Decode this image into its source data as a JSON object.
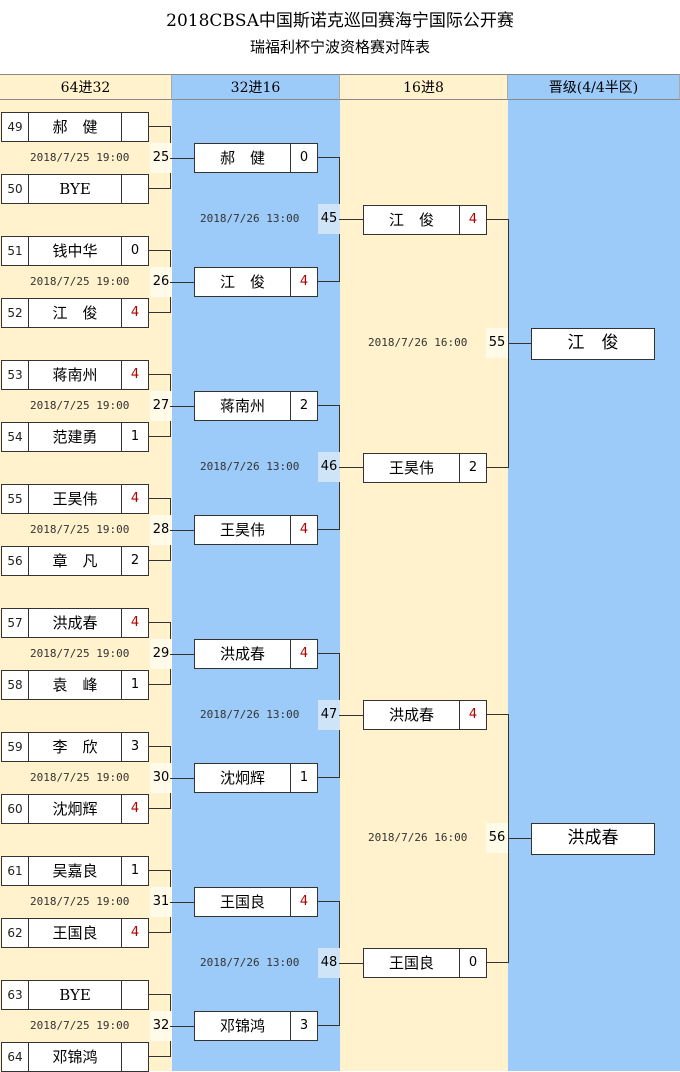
{
  "title": "2018CBSA中国斯诺克巡回赛海宁国际公开赛",
  "subtitle": "瑞福利杯宁波资格赛对阵表",
  "colors": {
    "col_yellow": "#fff2cc",
    "col_blue": "#9dcbf9",
    "win_score": "#b00000"
  },
  "rounds": [
    "64进32",
    "32进16",
    "16进8",
    "晋级(4/4半区)"
  ],
  "r1": [
    {
      "matchno": "25",
      "date": "2018/7/25 19:00",
      "p": [
        {
          "no": "49",
          "name": "郝　健",
          "score": ""
        },
        {
          "no": "50",
          "name": "BYE",
          "score": ""
        }
      ]
    },
    {
      "matchno": "26",
      "date": "2018/7/25 19:00",
      "p": [
        {
          "no": "51",
          "name": "钱中华",
          "score": "0"
        },
        {
          "no": "52",
          "name": "江　俊",
          "score": "4"
        }
      ]
    },
    {
      "matchno": "27",
      "date": "2018/7/25 19:00",
      "p": [
        {
          "no": "53",
          "name": "蒋南州",
          "score": "4"
        },
        {
          "no": "54",
          "name": "范建勇",
          "score": "1"
        }
      ]
    },
    {
      "matchno": "28",
      "date": "2018/7/25 19:00",
      "p": [
        {
          "no": "55",
          "name": "王昊伟",
          "score": "4"
        },
        {
          "no": "56",
          "name": "章　凡",
          "score": "2"
        }
      ]
    },
    {
      "matchno": "29",
      "date": "2018/7/25 19:00",
      "p": [
        {
          "no": "57",
          "name": "洪成春",
          "score": "4"
        },
        {
          "no": "58",
          "name": "袁　峰",
          "score": "1"
        }
      ]
    },
    {
      "matchno": "30",
      "date": "2018/7/25 19:00",
      "p": [
        {
          "no": "59",
          "name": "李　欣",
          "score": "3"
        },
        {
          "no": "60",
          "name": "沈炯辉",
          "score": "4"
        }
      ]
    },
    {
      "matchno": "31",
      "date": "2018/7/25 19:00",
      "p": [
        {
          "no": "61",
          "name": "吴嘉良",
          "score": "1"
        },
        {
          "no": "62",
          "name": "王国良",
          "score": "4"
        }
      ]
    },
    {
      "matchno": "32",
      "date": "2018/7/25 19:00",
      "p": [
        {
          "no": "63",
          "name": "BYE",
          "score": ""
        },
        {
          "no": "64",
          "name": "邓锦鸿",
          "score": ""
        }
      ]
    }
  ],
  "r2": [
    {
      "matchno": "45",
      "date": "2018/7/26 13:00",
      "p": [
        {
          "name": "郝　健",
          "score": "0"
        },
        {
          "name": "江　俊",
          "score": "4"
        }
      ]
    },
    {
      "matchno": "46",
      "date": "2018/7/26 13:00",
      "p": [
        {
          "name": "蒋南州",
          "score": "2"
        },
        {
          "name": "王昊伟",
          "score": "4"
        }
      ]
    },
    {
      "matchno": "47",
      "date": "2018/7/26 13:00",
      "p": [
        {
          "name": "洪成春",
          "score": "4"
        },
        {
          "name": "沈炯辉",
          "score": "1"
        }
      ]
    },
    {
      "matchno": "48",
      "date": "2018/7/26 13:00",
      "p": [
        {
          "name": "王国良",
          "score": "4"
        },
        {
          "name": "邓锦鸿",
          "score": "3"
        }
      ]
    }
  ],
  "r3": [
    {
      "matchno": "55",
      "date": "2018/7/26 16:00",
      "p": [
        {
          "name": "江　俊",
          "score": "4"
        },
        {
          "name": "王昊伟",
          "score": "2"
        }
      ]
    },
    {
      "matchno": "56",
      "date": "2018/7/26 16:00",
      "p": [
        {
          "name": "洪成春",
          "score": "4"
        },
        {
          "name": "王国良",
          "score": "0"
        }
      ]
    }
  ],
  "r4": [
    {
      "name": "江　俊"
    },
    {
      "name": "洪成春"
    }
  ]
}
